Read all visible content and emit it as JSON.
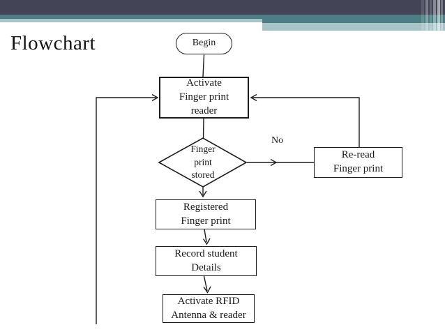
{
  "slide": {
    "title": "Flowchart",
    "theme_colors": {
      "header_dark": "#434456",
      "header_teal": "#4C7E85",
      "header_light_teal": "#A9C4C6",
      "background": "#ffffff",
      "line": "#1c1c1c"
    }
  },
  "flowchart": {
    "nodes": {
      "begin": {
        "type": "terminator",
        "label": "Begin"
      },
      "activate_reader": {
        "type": "process",
        "label": "Activate\nFinger print\nreader"
      },
      "fingerprint_stored": {
        "type": "decision",
        "label": "Finger\nprint\nstored"
      },
      "reread": {
        "type": "process",
        "label": "Re-read\nFinger print"
      },
      "registered": {
        "type": "process",
        "label": "Registered\nFinger print"
      },
      "record_details": {
        "type": "process",
        "label": "Record student\nDetails"
      },
      "activate_rfid": {
        "type": "process",
        "label": "Activate RFID\nAntenna & reader"
      }
    },
    "edges": [
      {
        "from": "begin",
        "to": "activate_reader"
      },
      {
        "from": "activate_reader",
        "to": "fingerprint_stored"
      },
      {
        "from": "fingerprint_stored",
        "to": "reread",
        "label": "No"
      },
      {
        "from": "reread",
        "to": "activate_reader"
      },
      {
        "from": "fingerprint_stored",
        "to": "registered"
      },
      {
        "from": "registered",
        "to": "record_details"
      },
      {
        "from": "record_details",
        "to": "activate_rfid"
      },
      {
        "from": "loop_line_left",
        "to": "activate_reader"
      }
    ]
  }
}
